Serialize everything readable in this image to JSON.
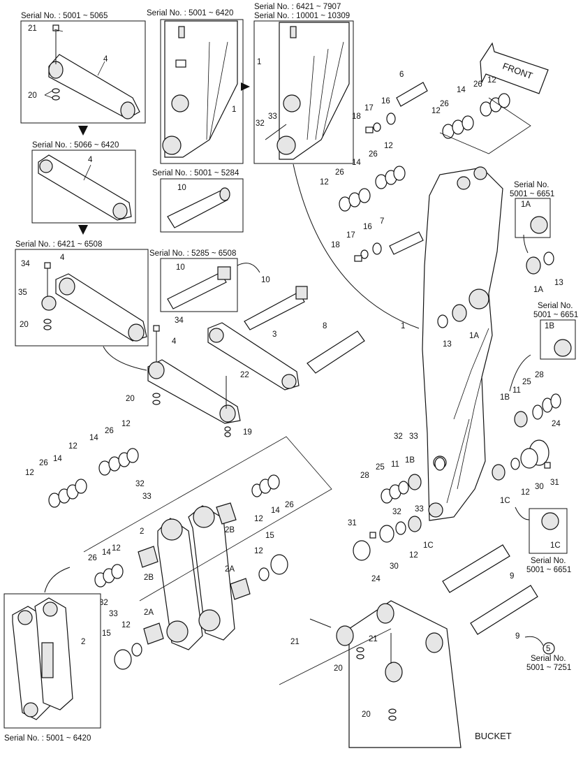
{
  "serials": {
    "s5001_5065": "Serial No. : 5001 ~ 5065",
    "s5001_6420_top": "Serial No. : 5001 ~ 6420",
    "s6421_7907": "Serial No. : 6421 ~ 7907",
    "s10001_10309": "Serial No. : 10001 ~ 10309",
    "s5066_6420": "Serial No. : 5066 ~ 6420",
    "s5001_5284": "Serial No. : 5001 ~ 5284",
    "s6421_6508": "Serial No. : 6421 ~ 6508",
    "s5285_6508": "Serial No. : 5285 ~ 6508",
    "s5001_6420_bottom": "Serial No. : 5001 ~ 6420",
    "sn_word": "Serial No.",
    "range_6651": "5001 ~ 6651",
    "range_7251": "5001 ~ 7251"
  },
  "text": {
    "front": "FRONT",
    "bucket": "BUCKET",
    "ref_5": "5"
  },
  "labels": {
    "n1": "1",
    "n1A": "1A",
    "n1B": "1B",
    "n1C": "1C",
    "n2": "2",
    "n2A": "2A",
    "n2B": "2B",
    "n3": "3",
    "n4": "4",
    "n6": "6",
    "n7": "7",
    "n8": "8",
    "n9": "9",
    "n10": "10",
    "n11": "11",
    "n12": "12",
    "n13": "13",
    "n14": "14",
    "n15": "15",
    "n16": "16",
    "n17": "17",
    "n18": "18",
    "n19": "19",
    "n20": "20",
    "n21": "21",
    "n22": "22",
    "n24": "24",
    "n25": "25",
    "n26": "26",
    "n28": "28",
    "n30": "30",
    "n31": "31",
    "n32": "32",
    "n33": "33",
    "n34": "34",
    "n35": "35"
  },
  "colors": {
    "line": "#111111",
    "background": "#ffffff",
    "shade": "#e6e6e6"
  }
}
